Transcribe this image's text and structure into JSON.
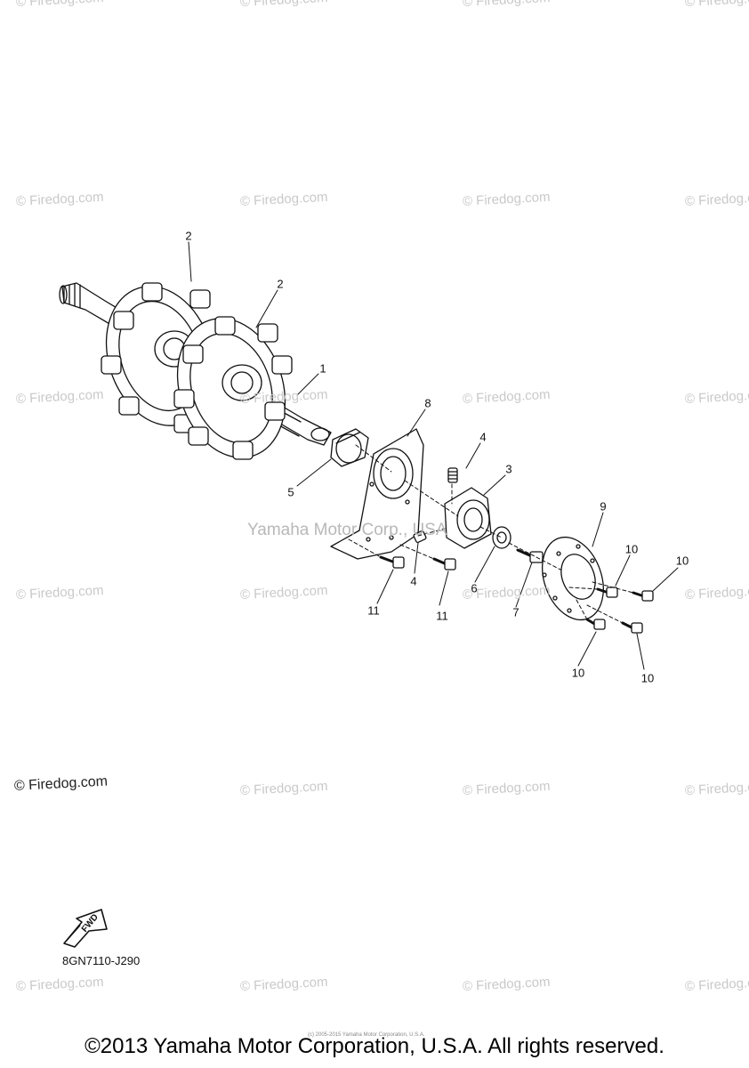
{
  "watermark": "© Firedog.com",
  "center_watermark": "Yamaha Motor Corp., USA",
  "callouts": [
    "2",
    "2",
    "1",
    "8",
    "4",
    "3",
    "5",
    "9",
    "10",
    "10",
    "4",
    "11",
    "11",
    "7",
    "6",
    "10",
    "10"
  ],
  "fwd_label": "FWD",
  "diagram_code": "8GN7110-J290",
  "small_notice": "(c) 2005-2015 Yamaha Motor Corporation, U.S.A.",
  "copyright": "©2013 Yamaha Motor Corporation, U.S.A. All rights reserved."
}
